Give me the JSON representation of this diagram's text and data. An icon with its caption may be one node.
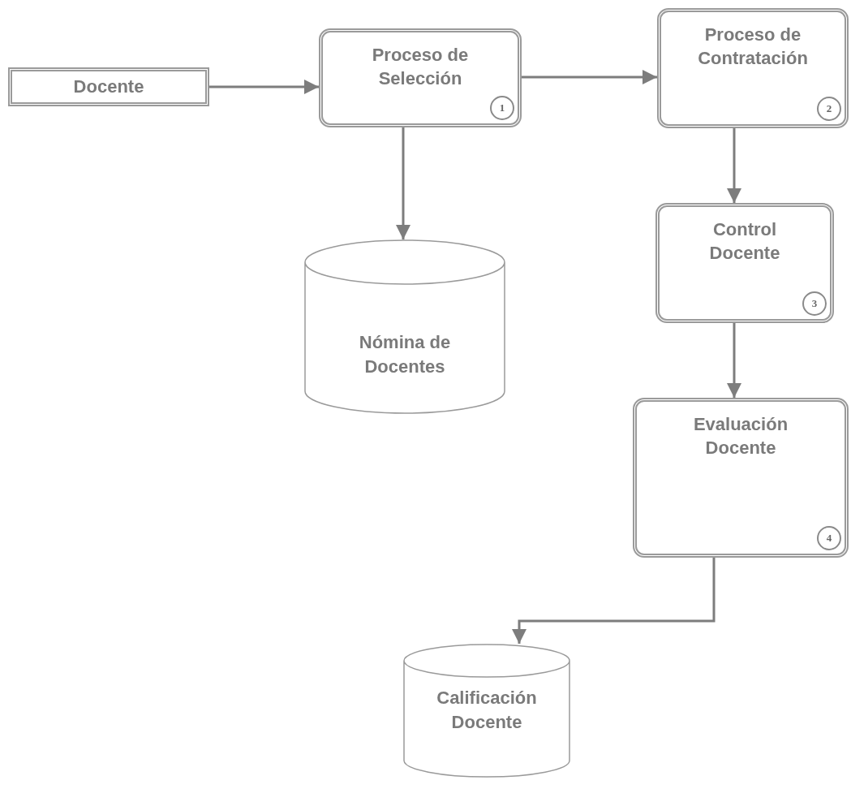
{
  "diagram": {
    "nodes": [
      {
        "text": [
          "Docente"
        ]
      },
      {
        "text": [
          "Proceso de Selección",
          "1"
        ]
      },
      {
        "text": [
          "Proceso de Contratación",
          "2"
        ]
      },
      {
        "text": [
          "Control Docente",
          "3"
        ]
      },
      {
        "text": [
          "Evaluación Docente",
          "4"
        ]
      },
      {
        "text": [
          "Nómina de Docentes"
        ]
      },
      {
        "text": [
          "Calificación Docente"
        ]
      }
    ],
    "edges": [
      {
        "from": 0,
        "to": 1,
        "arrow": "to"
      },
      {
        "from": 1,
        "to": 2,
        "arrow": "to"
      },
      {
        "from": 1,
        "to": 5,
        "arrow": "to"
      },
      {
        "from": 2,
        "to": 3,
        "arrow": "to"
      },
      {
        "from": 3,
        "to": 4,
        "arrow": "to"
      },
      {
        "from": 4,
        "to": 6,
        "arrow": "to"
      }
    ]
  }
}
